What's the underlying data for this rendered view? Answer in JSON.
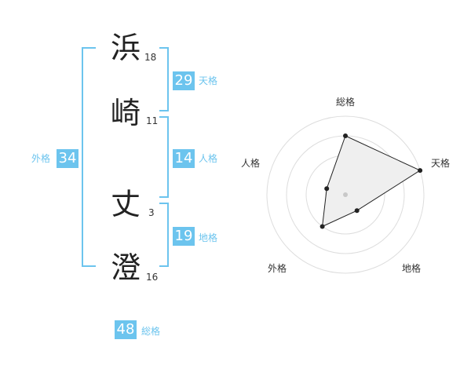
{
  "name": {
    "chars": [
      {
        "char": "浜",
        "strokes": "18"
      },
      {
        "char": "崎",
        "strokes": "11"
      },
      {
        "char": "丈",
        "strokes": "3"
      },
      {
        "char": "澄",
        "strokes": "16"
      }
    ]
  },
  "fortune": {
    "tenkaku": {
      "value": "29",
      "label": "天格"
    },
    "jinkaku": {
      "value": "14",
      "label": "人格"
    },
    "chikaku": {
      "value": "19",
      "label": "地格"
    },
    "gaikaku": {
      "value": "34",
      "label": "外格"
    },
    "soukaku": {
      "value": "48",
      "label": "総格"
    }
  },
  "chart_data": {
    "type": "radar",
    "axes": [
      "総格",
      "天格",
      "地格",
      "外格",
      "人格"
    ],
    "levels": 4,
    "values": [
      3,
      4,
      1,
      2,
      1
    ]
  }
}
